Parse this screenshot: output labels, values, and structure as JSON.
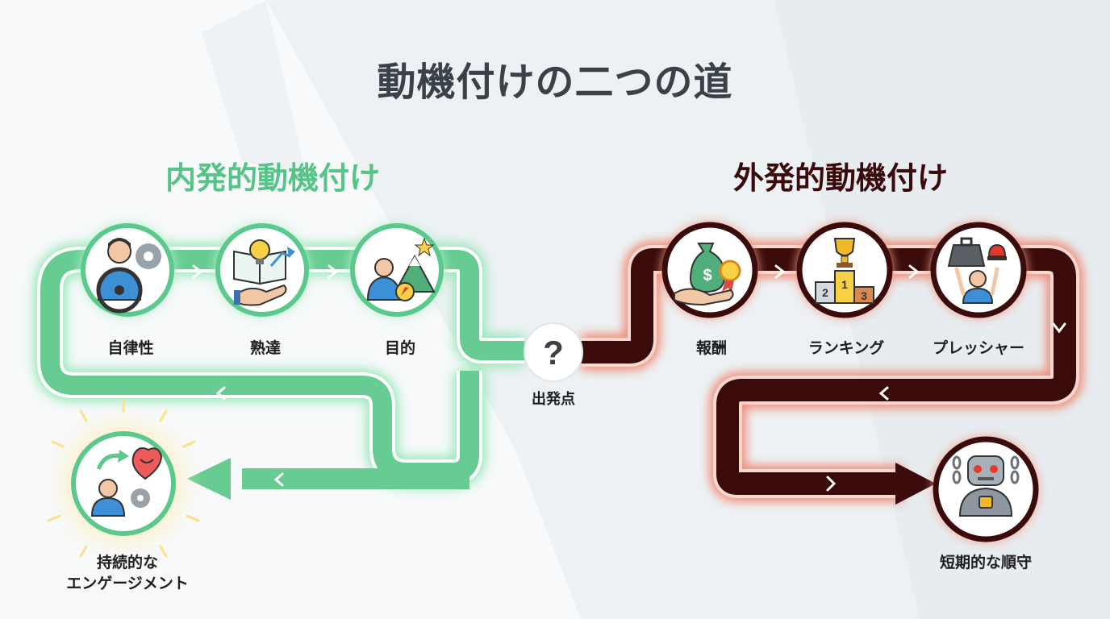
{
  "title": "動機付けの二つの道",
  "start": {
    "label": "出発点",
    "symbol": "?"
  },
  "intrinsic": {
    "heading": "内発的動機付け",
    "color": "#5cc98c",
    "steps": [
      {
        "label": "自律性",
        "icon": "driver-gear-icon"
      },
      {
        "label": "熟達",
        "icon": "lightbulb-book-icon"
      },
      {
        "label": "目的",
        "icon": "mountain-compass-icon"
      }
    ],
    "outcome": {
      "line1": "持続的な",
      "line2": "エンゲージメント",
      "icon": "heart-gear-person-icon"
    }
  },
  "extrinsic": {
    "heading": "外発的動機付け",
    "color": "#3b0b0b",
    "glow": "#e86a4e",
    "steps": [
      {
        "label": "報酬",
        "icon": "money-bag-medal-icon"
      },
      {
        "label": "ランキング",
        "icon": "trophy-podium-icon"
      },
      {
        "label": "プレッシャー",
        "icon": "weight-alarm-icon"
      }
    ],
    "outcome": {
      "label": "短期的な順守",
      "icon": "chained-robot-icon"
    }
  }
}
